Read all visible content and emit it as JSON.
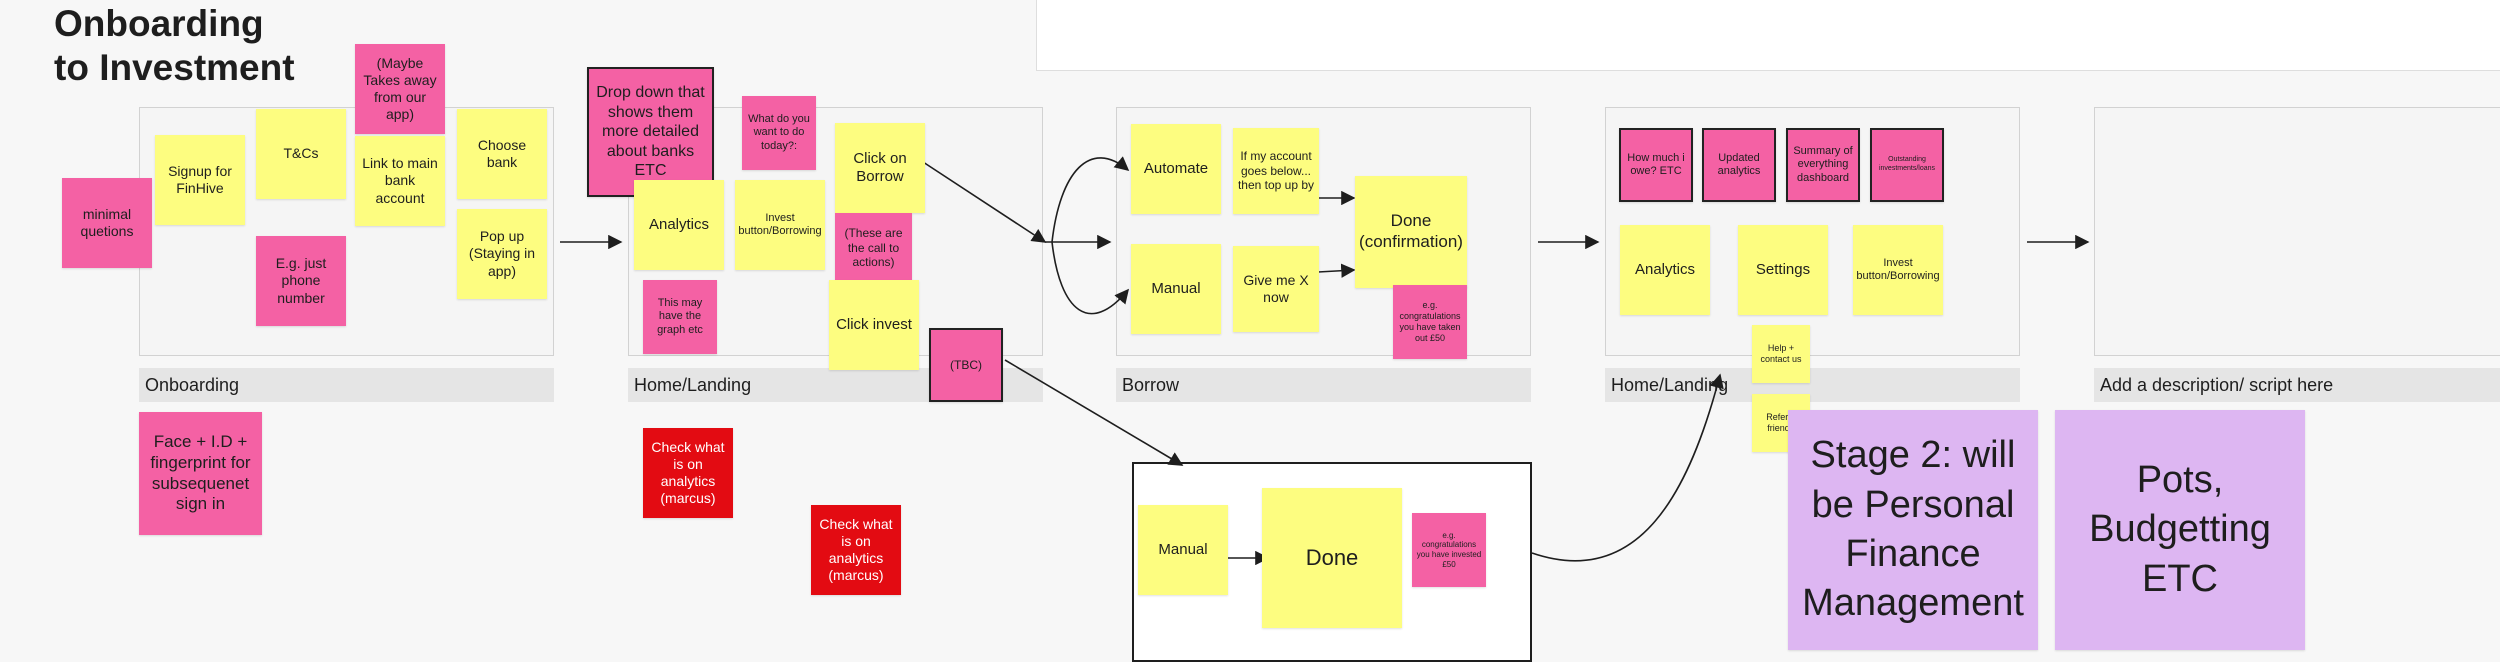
{
  "title": {
    "line1": "Onboarding",
    "line2": "to Investment"
  },
  "frames": {
    "onboarding": "Onboarding",
    "home1": "Home/Landing",
    "borrow": "Borrow",
    "home2": "Home/Landing",
    "empty": "Add a description/ script here"
  },
  "notes": {
    "minimal": "minimal quetions",
    "signup": "Signup for FinHive",
    "tcs": "T&Cs",
    "maybe": "(Maybe Takes away from our app)",
    "eg_phone": "E.g. just phone number",
    "link_bank": "Link to main bank account",
    "choose_bank": "Choose bank",
    "popup": "Pop up (Staying in app)",
    "face_id": "Face + I.D + fingerprint for subsequenet sign in",
    "dropdown": "Drop down that shows them more detailed about banks ETC",
    "what_do": "What do you want to do today?:",
    "analytics1": "Analytics",
    "invest_borrow1": "Invest button/Borrowing",
    "click_borrow": "Click on Borrow",
    "call_to_actions": "(These are the call to actions)",
    "graph_etc": "This may have the graph etc",
    "click_invest": "Click invest",
    "tbc": "(TBC)",
    "check1": "Check what is on analytics (marcus)",
    "check2": "Check what is on analytics (marcus)",
    "automate": "Automate",
    "manual1": "Manual",
    "if_account": "If my account goes below... then top up by",
    "give_me": "Give me X now",
    "done_conf": "Done (confirmation)",
    "congrats_borrow": "e.g. congratulations you have taken out £50",
    "how_much": "How much i owe? ETC",
    "updated_analytics": "Updated analytics",
    "summary": "Summary of everything dashboard",
    "outstanding": "Outstanding investments/loans",
    "analytics2": "Analytics",
    "settings": "Settings",
    "invest_borrow2": "Invest button/Borrowing",
    "help": "Help + contact us",
    "refer": "Refer a friend?",
    "manual2": "Manual",
    "done2": "Done",
    "congrats_invest": "e.g. congratulations you have invested £50",
    "stage2": "Stage 2: will be Personal Finance Management",
    "pots": "Pots, Budgetting ETC"
  },
  "colors": {
    "yellow": "#fdfd80",
    "pink": "#f461a4",
    "red": "#e30b12",
    "lilac": "#ddb6f2"
  }
}
